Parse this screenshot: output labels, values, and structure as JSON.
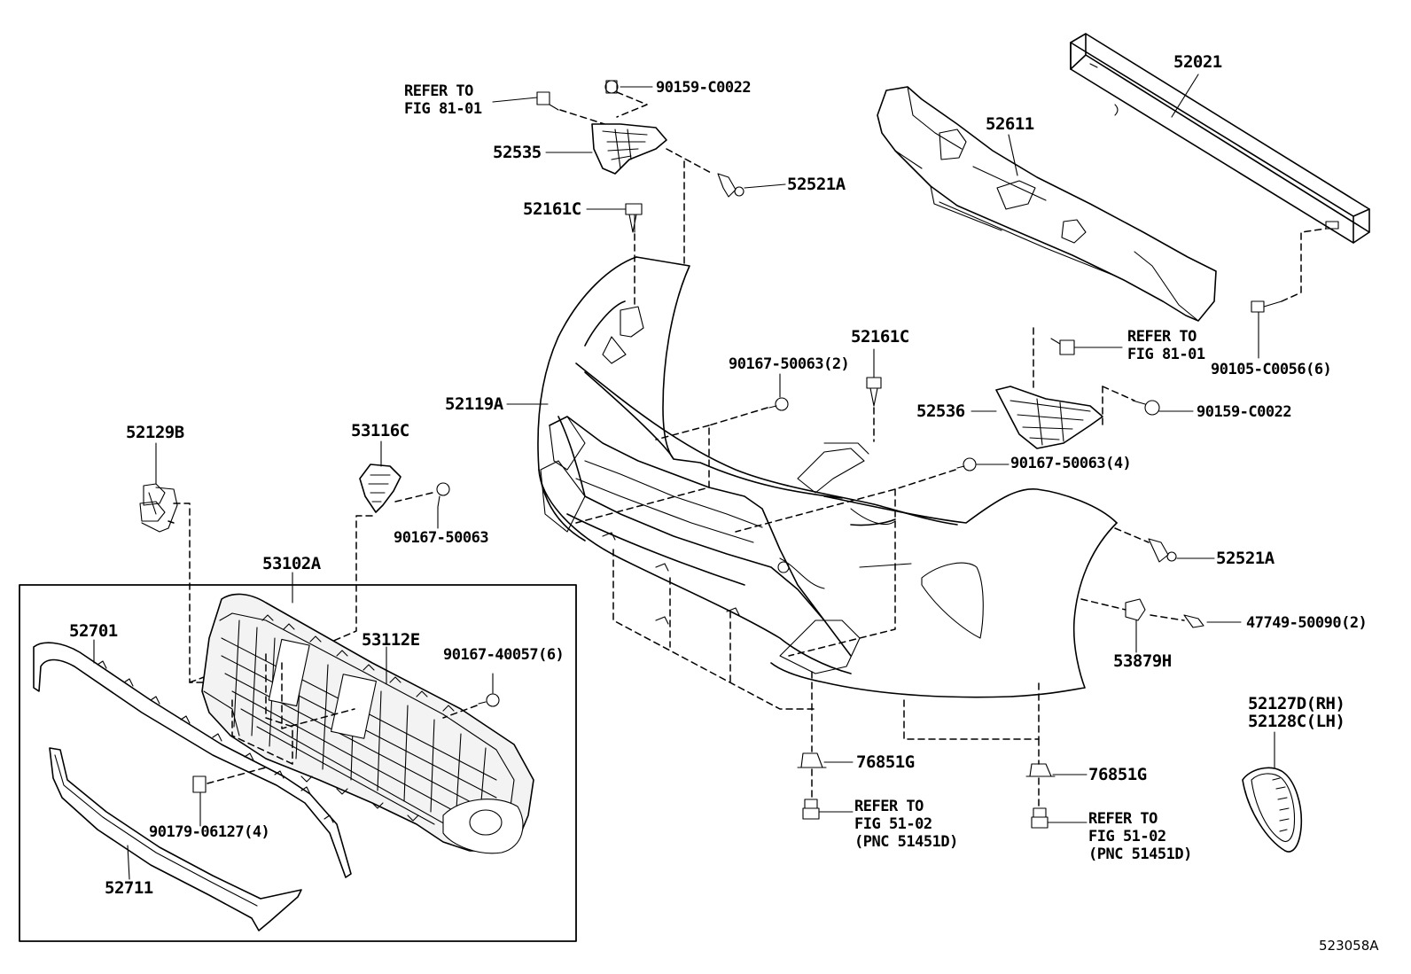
{
  "parts": {
    "reinforcement": "52021",
    "absorber": "52611",
    "refer_fig_81_01_left": "REFER TO\nFIG 81-01",
    "bolt_90159_top": "90159-C0022",
    "retainer_52535": "52535",
    "clip_52521a_top": "52521A",
    "clip_52161c_left": "52161C",
    "refer_fig_81_01_right": "REFER TO\nFIG 81-01",
    "bolt_90105": "90105-C0056(6)",
    "clip_52161c_mid": "52161C",
    "screw_90167_2": "90167-50063(2)",
    "cover_52119a": "52119A",
    "retainer_52536": "52536",
    "bolt_90159_right": "90159-C0022",
    "screw_90167_4": "90167-50063(4)",
    "bracket_52129b": "52129B",
    "bracket_53116c": "53116C",
    "screw_90167_single": "90167-50063",
    "clip_52521a_right": "52521A",
    "pin_47749": "47749-50090(2)",
    "nut_53879h": "53879H",
    "grille_53102a": "53102A",
    "molding_52701": "52701",
    "grille_53112e": "53112E",
    "screw_90167_40057": "90167-40057(6)",
    "bezel_52127d_rh": "52127D(RH)",
    "bezel_52128c_lh": "52128C(LH)",
    "clip_76851g_left": "76851G",
    "clip_76851g_right": "76851G",
    "refer_fig_51_02_left": "REFER TO\nFIG 51-02\n(PNC 51451D)",
    "refer_fig_51_02_right": "REFER TO\nFIG 51-02\n(PNC 51451D)",
    "nut_90179": "90179-06127(4)",
    "molding_52711": "52711"
  },
  "sheet_id": "523058A"
}
